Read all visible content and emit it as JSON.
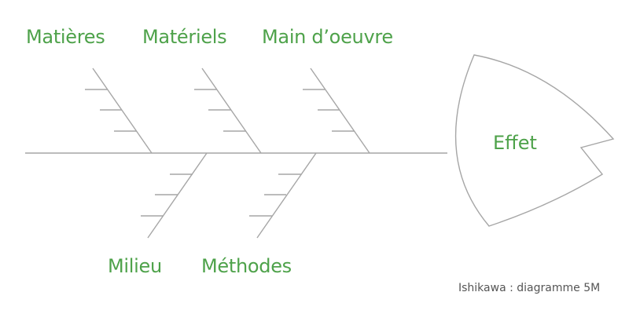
{
  "diagram": {
    "type": "ishikawa",
    "caption": "Ishikawa : diagramme 5M",
    "effect": "Effet",
    "categories": {
      "top": [
        "Matières",
        "Matériels",
        "Main d’oeuvre"
      ],
      "bottom": [
        "Milieu",
        "Méthodes"
      ]
    },
    "colors": {
      "label": "#4ea24a",
      "line": "#a0a0a0",
      "caption": "#555555"
    }
  }
}
